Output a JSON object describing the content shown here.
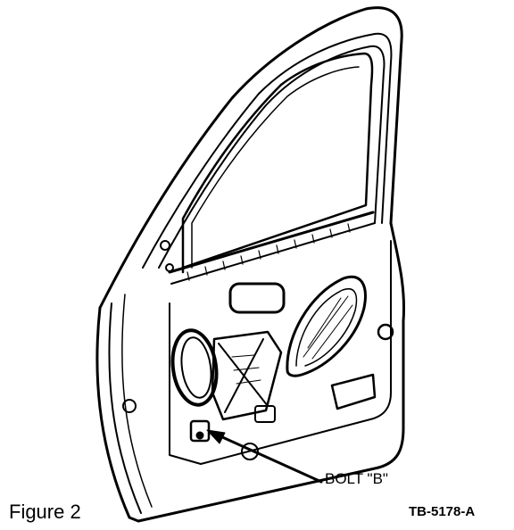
{
  "labels": {
    "bolt": "BOLT \"B\"",
    "figure": "Figure  2",
    "ref_code": "TB-5178-A"
  },
  "colors": {
    "ink": "#000000",
    "paper": "#ffffff"
  }
}
